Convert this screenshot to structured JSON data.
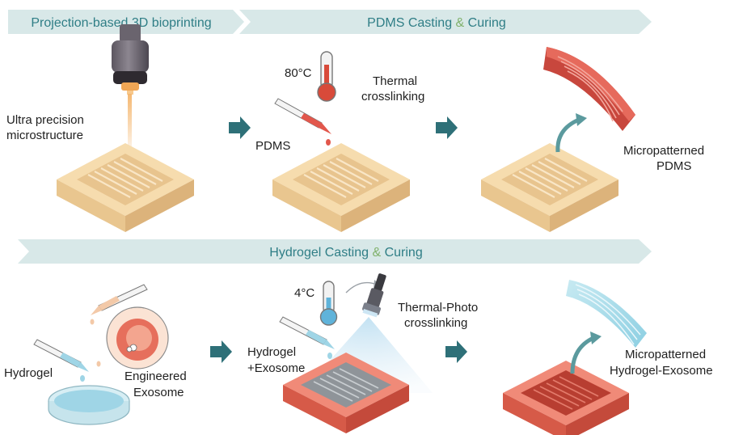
{
  "colors": {
    "banner_fill": "#d8e8e8",
    "banner_text": "#2f7e86",
    "accent_green": "#7fb06a",
    "mold_top": "#f6dcae",
    "mold_left": "#e9c68f",
    "mold_right": "#dcb37b",
    "red_mold_top": "#f08a78",
    "red_mold_left": "#d65a48",
    "red_mold_right": "#c44a3b",
    "arrow_teal": "#2e7078",
    "pdms_red": "#e2574c",
    "hydrogel_blue": "#9fd5e6"
  },
  "banners": {
    "top_left": "Projection-based 3D bioprinting",
    "top_right_a": "PDMS Casting",
    "top_right_amp": "&",
    "top_right_b": "Curing",
    "bottom_a": "Hydrogel Casting",
    "bottom_amp": "&",
    "bottom_b": "Curing"
  },
  "labels": {
    "ultra_1": "Ultra precision",
    "ultra_2": "microstructure",
    "temp_80": "80°C",
    "thermal_1": "Thermal",
    "thermal_2": "crosslinking",
    "pdms": "PDMS",
    "micro_pdms_1": "Micropatterned",
    "micro_pdms_2": "PDMS",
    "hydrogel": "Hydrogel",
    "engineered_1": "Engineered",
    "engineered_2": "Exosome",
    "temp_4": "4°C",
    "thermal_photo_1": "Thermal-Photo",
    "thermal_photo_2": "crosslinking",
    "hydro_exo_1": "Hydrogel",
    "hydro_exo_2": "+Exosome",
    "micro_hydro_1": "Micropatterned",
    "micro_hydro_2": "Hydrogel-Exosome"
  },
  "icons": {
    "projector": "projector-icon",
    "thermometer_hot": "thermometer-hot-icon",
    "thermometer_cold": "thermometer-cold-icon",
    "pipette": "pipette-icon",
    "uv_light": "uv-lamp-icon",
    "petri_dish": "petri-dish-icon",
    "step_arrow": "step-arrow-icon"
  }
}
